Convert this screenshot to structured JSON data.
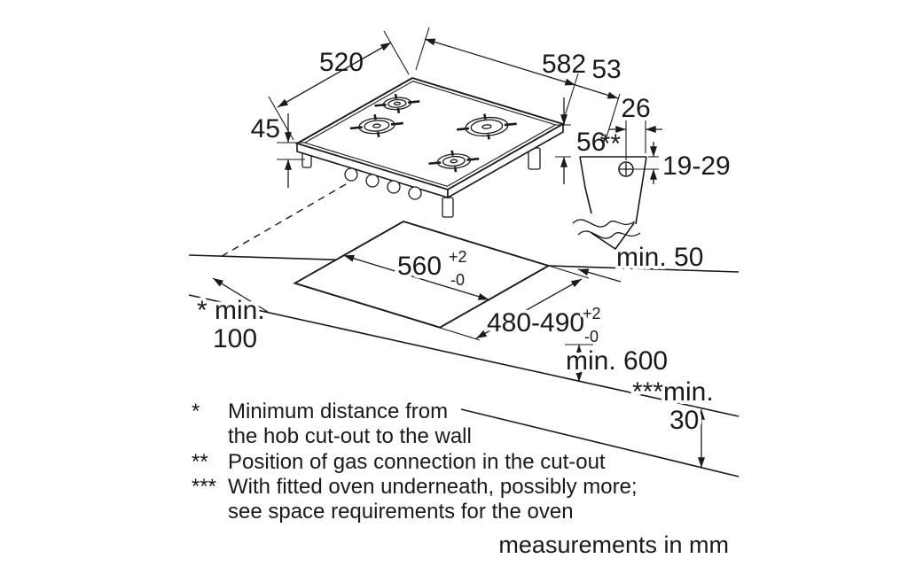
{
  "dims": {
    "w520": "520",
    "w582": "582",
    "w53": "53",
    "h45": "45",
    "h56": "56",
    "g26": "26",
    "g19_29": "19-29",
    "gas_marker": "**",
    "min50": "min. 50",
    "min600": "min. 600",
    "min100_a": "* min.",
    "min100_b": "100",
    "min30_a": "***min.",
    "min30_b": "30",
    "cut_w": "560",
    "cut_w_sup": "+2",
    "cut_w_sub": "-0",
    "cut_d": "480-490",
    "cut_d_sup": "+2",
    "cut_d_sub": "-0"
  },
  "footnotes": {
    "m1": "*",
    "t1a": "Minimum distance from",
    "t1b": "the hob cut-out to the wall",
    "m2": "**",
    "t2": "Position of gas connection in the cut-out",
    "m3": "***",
    "t3a": "With fitted oven underneath, possibly more;",
    "t3b": "see space requirements for the oven"
  },
  "footer": {
    "note": "measurements in mm"
  },
  "colors": {
    "line": "#1a1a1a",
    "burner_cap_large": "#a9aeb2",
    "burner_cap_medium": "#c9cdd0"
  }
}
